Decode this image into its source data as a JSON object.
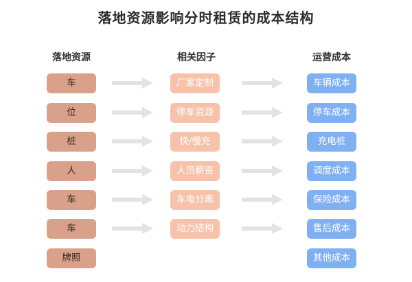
{
  "title": "落地资源影响分时租赁的成本结构",
  "headers": {
    "col1": "落地资源",
    "col2": "相关因子",
    "col3": "运营成本"
  },
  "col1": [
    "车",
    "位",
    "桩",
    "人",
    "车",
    "车",
    "牌照"
  ],
  "col2": [
    "厂家定制",
    "停车资源",
    "快/慢充",
    "人员薪资",
    "车电分离",
    "动力结构"
  ],
  "col3": [
    "车辆成本",
    "停车成本",
    "充电桩",
    "调度成本",
    "保险成本",
    "售后成本",
    "其他成本"
  ],
  "colors": {
    "resource_box": "#d9a18a",
    "factor_box": "#f6c2aa",
    "cost_box": "#7fb0f2",
    "arrow": "#e3e3e3"
  }
}
